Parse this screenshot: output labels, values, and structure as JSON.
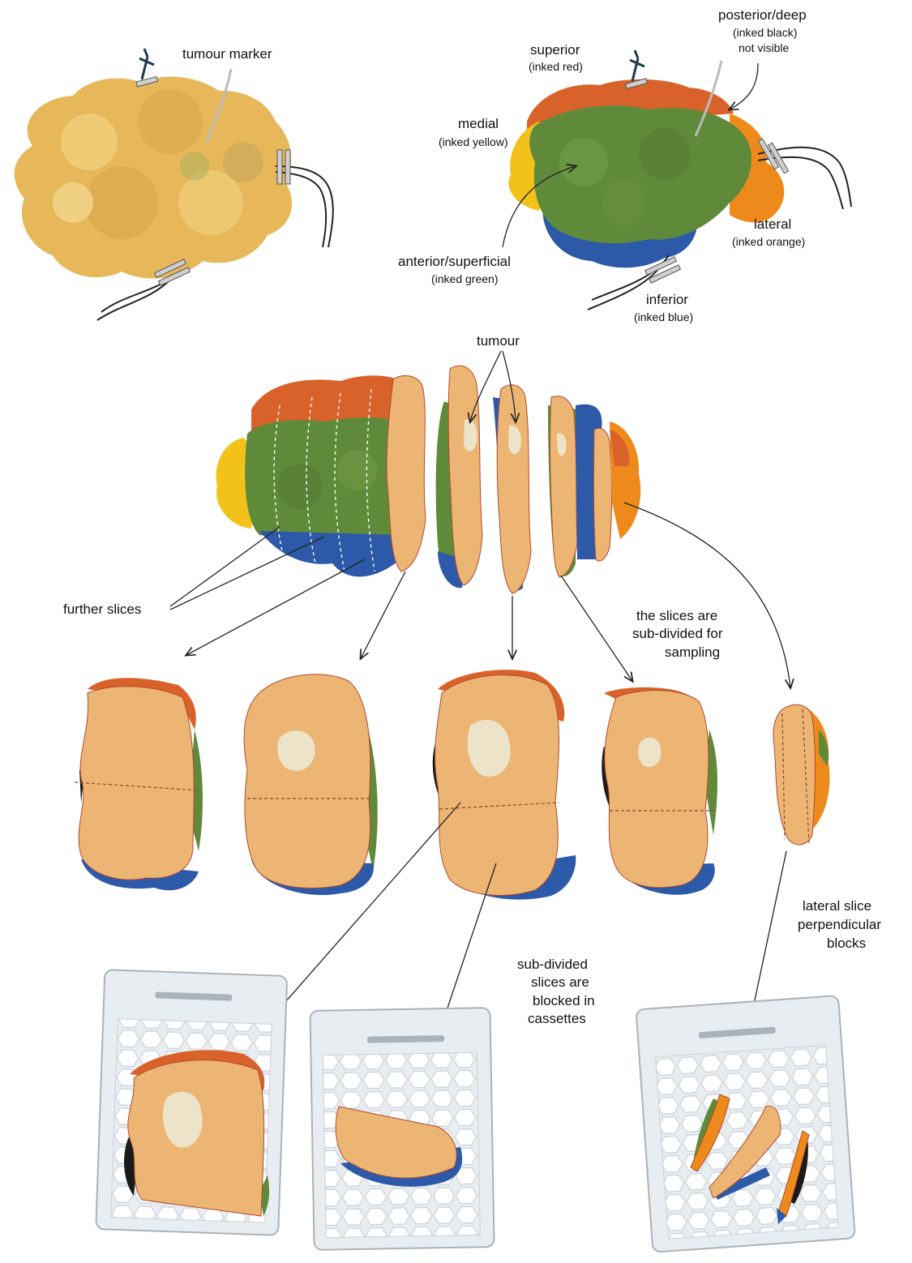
{
  "labels": {
    "tumour_marker": "tumour marker",
    "superior": "superior",
    "superior_ink": "(inked red)",
    "posterior": "posterior/deep",
    "posterior_ink1": "(inked black)",
    "posterior_ink2": "not visible",
    "medial": "medial",
    "medial_ink": "(inked yellow)",
    "lateral": "lateral",
    "lateral_ink": "(inked orange)",
    "anterior": "anterior/superficial",
    "anterior_ink": "(inked green)",
    "inferior": "inferior",
    "inferior_ink": "(inked blue)",
    "tumour": "tumour",
    "further_slices": "further slices",
    "subdivided_1": "the slices are",
    "subdivided_2": "sub-divided for",
    "subdivided_3": "sampling",
    "lateral_slice_1": "lateral slice",
    "lateral_slice_2": "perpendicular",
    "lateral_slice_3": "blocks",
    "blocked_1": "sub-divided",
    "blocked_2": "slices are",
    "blocked_3": "blocked in",
    "blocked_4": "cassettes"
  },
  "colors": {
    "fat": "#e6b85a",
    "fat_light": "#f0cf7a",
    "superior_red": "#d9622b",
    "medial_yellow": "#f2c21a",
    "anterior_green": "#5f8a3a",
    "inferior_blue": "#2c59a8",
    "lateral_orange": "#ee8a1c",
    "posterior_black": "#1a1a1a",
    "cut_surface": "#edb574",
    "tumour_pale": "#ece3c8",
    "cassette": "#e8edf1"
  },
  "icons": [
    "clip-icon",
    "suture-icon",
    "tumour-marker-wire-icon",
    "cassette-icon"
  ]
}
